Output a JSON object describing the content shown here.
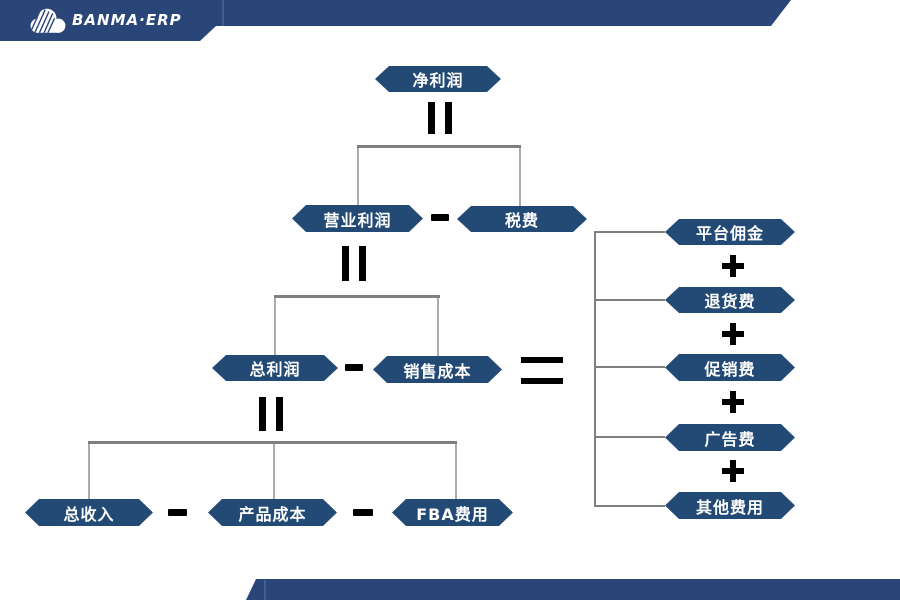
{
  "header": {
    "brand": "BANMA·ERP",
    "logo_icon": "striped-cloud-icon"
  },
  "colors": {
    "banner_navy": "#2A4679",
    "badge_navy": "#234A74",
    "connector_dark": "#7F7F7F",
    "connector_light": "#ABABAB",
    "operator": "#000000",
    "badge_text": "#FFFFFF"
  },
  "diagram": {
    "type": "profit-breakdown-flowchart",
    "nodes": {
      "net_profit": "净利润",
      "operating_profit": "营业利润",
      "tax": "税费",
      "gross_profit": "总利润",
      "sales_cost": "销售成本",
      "total_revenue": "总收入",
      "product_cost": "产品成本",
      "fba_fee": "FBA费用",
      "platform_commission": "平台佣金",
      "return_fee": "退货费",
      "promotion_fee": "促销费",
      "advertising_fee": "广告费",
      "other_fee": "其他费用"
    },
    "operators": {
      "equals_vertical": "=",
      "equals": "=",
      "minus": "-",
      "plus": "+"
    },
    "equations": [
      "净利润 = 营业利润 - 税费",
      "营业利润 = 总利润 - 销售成本",
      "总利润 = 总收入 - 产品成本 - FBA费用",
      "销售成本 = 平台佣金 + 退货费 + 促销费 + 广告费 + 其他费用"
    ]
  }
}
